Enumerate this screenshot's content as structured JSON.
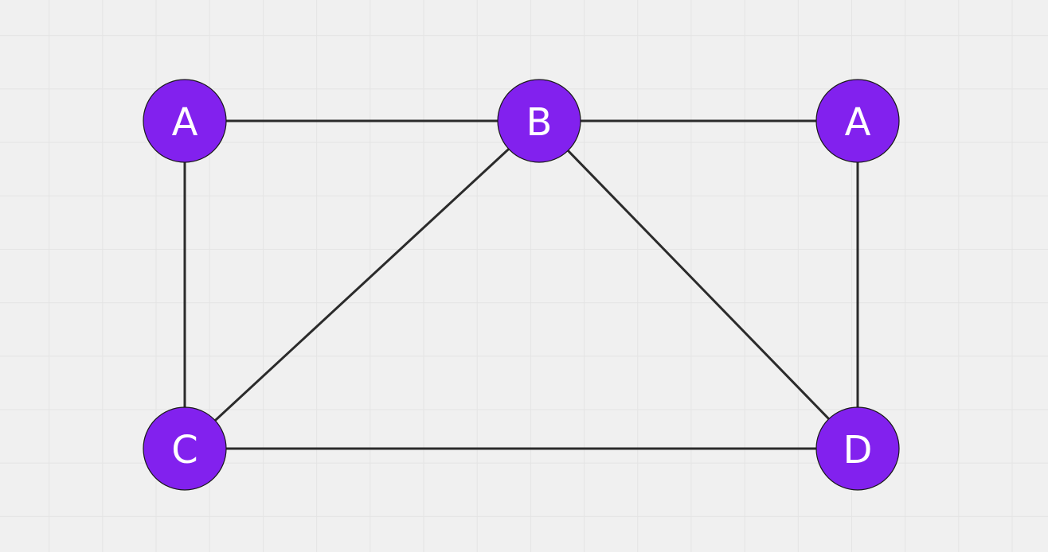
{
  "diagram": {
    "node_color": "#8221ee",
    "nodes": [
      {
        "id": "n1",
        "label": "A"
      },
      {
        "id": "n2",
        "label": "B"
      },
      {
        "id": "n3",
        "label": "A"
      },
      {
        "id": "n4",
        "label": "C"
      },
      {
        "id": "n5",
        "label": "D"
      }
    ],
    "edges": [
      {
        "from": "n1",
        "to": "n2"
      },
      {
        "from": "n2",
        "to": "n3"
      },
      {
        "from": "n1",
        "to": "n4"
      },
      {
        "from": "n3",
        "to": "n5"
      },
      {
        "from": "n4",
        "to": "n5"
      },
      {
        "from": "n2",
        "to": "n4"
      },
      {
        "from": "n2",
        "to": "n5"
      }
    ]
  }
}
